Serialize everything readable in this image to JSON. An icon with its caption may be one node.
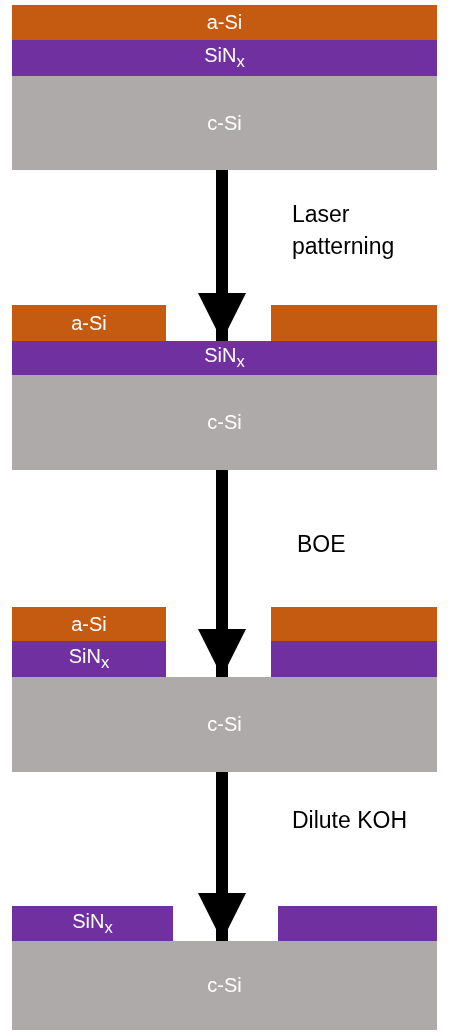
{
  "diagram": {
    "nodes": [
      {
        "text": [
          "a-Si"
        ]
      },
      {
        "text": [
          "SiN$_{x}$"
        ]
      },
      {
        "text": [
          "c-Si"
        ]
      },
      {
        "text": [
          "a-Si"
        ]
      },
      {
        "text": [],
        "shape": "box"
      },
      {
        "text": [
          "SiN$_{x}$"
        ]
      },
      {
        "text": [
          "c-Si"
        ]
      },
      {
        "text": [
          "a-Si"
        ]
      },
      {
        "text": [],
        "shape": "box"
      },
      {
        "text": [
          "SiN$_{x}$"
        ]
      },
      {
        "text": [],
        "shape": "box"
      },
      {
        "text": [
          "c-Si"
        ]
      },
      {
        "text": [
          "SiN$_{x}$"
        ]
      },
      {
        "text": [],
        "shape": "box"
      },
      {
        "text": [
          "c-Si"
        ]
      }
    ],
    "edges": [
      {
        "from": 2,
        "to": 5,
        "arrow": "to",
        "label": "Laser patterning"
      },
      {
        "from": 6,
        "to": 11,
        "arrow": "to",
        "label": "BOE"
      },
      {
        "from": 11,
        "to": 14,
        "arrow": "to",
        "label": "Dilute KOH"
      }
    ]
  }
}
